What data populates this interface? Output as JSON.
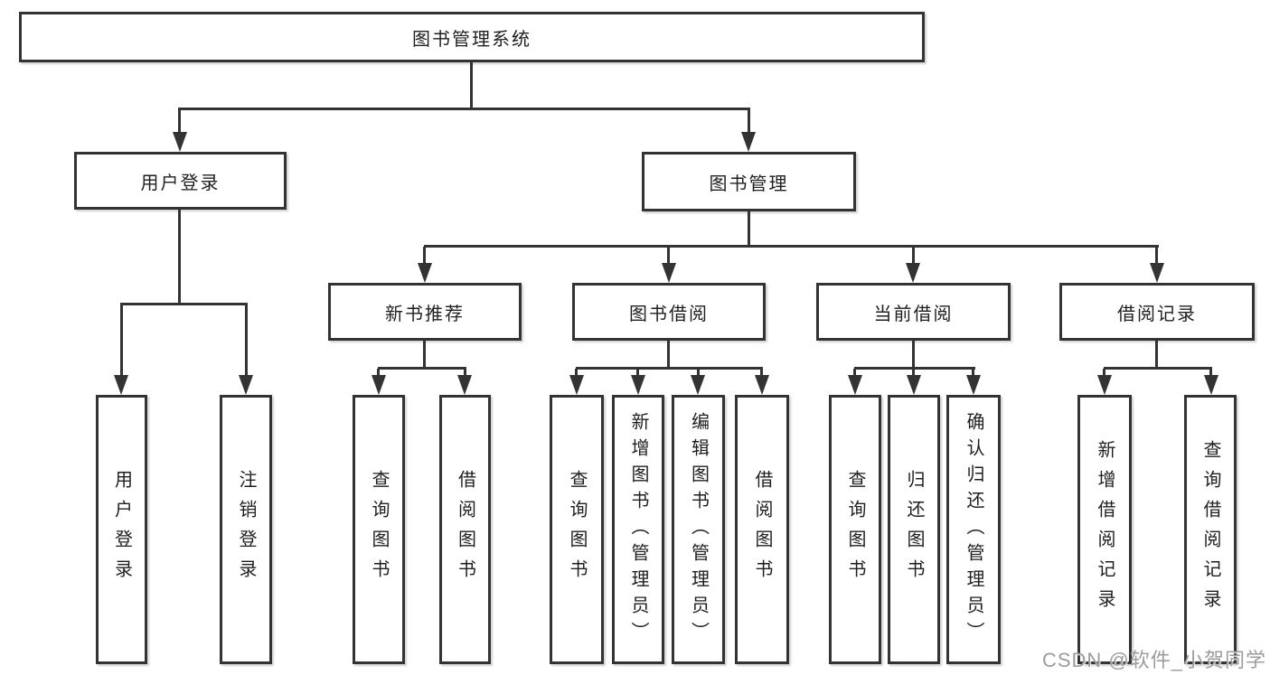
{
  "colors": {
    "line": "#333333",
    "box_border": "#333333",
    "box_bg": "#ffffff",
    "text": "#1f1f1f",
    "page_bg": "#ffffff",
    "watermark": "#9c9c9c"
  },
  "watermark": {
    "text": "CSDN @软件_小贺同学"
  },
  "diagram": {
    "root": {
      "label": "图书管理系统",
      "children": [
        {
          "label": "用户登录",
          "children": [
            {
              "label": "用户登录"
            },
            {
              "label": "注销登录"
            }
          ]
        },
        {
          "label": "图书管理",
          "children": [
            {
              "label": "新书推荐",
              "children": [
                {
                  "label": "查询图书"
                },
                {
                  "label": "借阅图书"
                }
              ]
            },
            {
              "label": "图书借阅",
              "children": [
                {
                  "label": "查询图书"
                },
                {
                  "label": "新增图书（管理员）"
                },
                {
                  "label": "编辑图书（管理员）"
                },
                {
                  "label": "借阅图书"
                }
              ]
            },
            {
              "label": "当前借阅",
              "children": [
                {
                  "label": "查询图书"
                },
                {
                  "label": "归还图书"
                },
                {
                  "label": "确认归还（管理员）"
                }
              ]
            },
            {
              "label": "借阅记录",
              "children": [
                {
                  "label": "新增借阅记录"
                },
                {
                  "label": "查询借阅记录"
                }
              ]
            }
          ]
        }
      ]
    }
  }
}
